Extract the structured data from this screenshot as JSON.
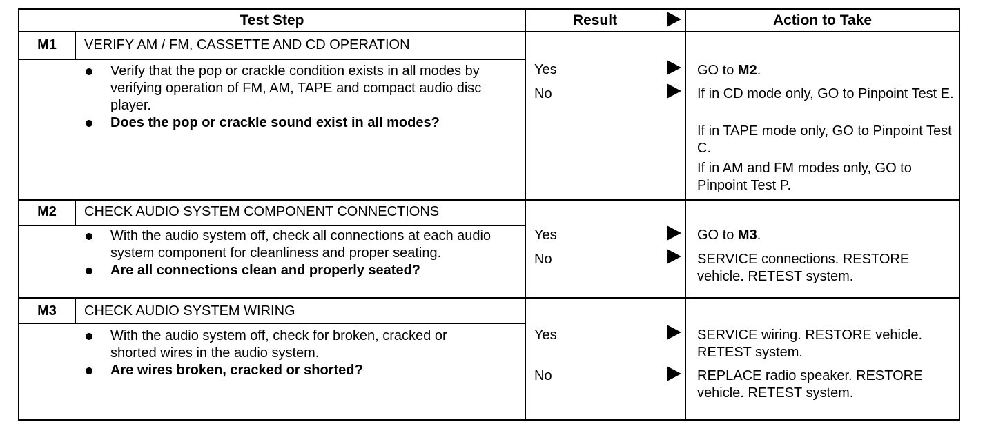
{
  "headers": {
    "test_step": "Test Step",
    "result": "Result",
    "action": "Action to Take"
  },
  "steps": [
    {
      "code": "M1",
      "title": "VERIFY AM / FM, CASSETTE AND CD OPERATION",
      "items": [
        "Verify that the pop or crackle condition exists in all modes by verifying operation of FM, AM, TAPE and compact audio disc player.",
        "Does the pop or crackle sound exist in all modes?"
      ],
      "results": [
        {
          "label": "Yes",
          "action_prefix": "GO to ",
          "action_ref": "M2",
          "action_suffix": "."
        },
        {
          "label": "No",
          "actions": [
            "If in CD mode only, GO to Pinpoint Test E.",
            "If in TAPE mode only, GO to Pinpoint Test C.",
            "If in AM and FM modes only, GO to Pinpoint Test P."
          ]
        }
      ]
    },
    {
      "code": "M2",
      "title": "CHECK AUDIO SYSTEM COMPONENT CONNECTIONS",
      "items": [
        "With the audio system off, check all connections at each audio system component for cleanliness and proper seating.",
        "Are all connections clean and properly seated?"
      ],
      "results": [
        {
          "label": "Yes",
          "action_prefix": "GO to ",
          "action_ref": "M3",
          "action_suffix": "."
        },
        {
          "label": "No",
          "action": "SERVICE connections. RESTORE vehicle. RETEST system."
        }
      ]
    },
    {
      "code": "M3",
      "title": "CHECK AUDIO SYSTEM WIRING",
      "items": [
        "With the audio system off, check for broken, cracked or shorted wires in the audio system.",
        "Are wires broken, cracked or shorted?"
      ],
      "results": [
        {
          "label": "Yes",
          "action": "SERVICE wiring. RESTORE vehicle. RETEST system."
        },
        {
          "label": "No",
          "action": "REPLACE radio speaker. RESTORE vehicle. RETEST system."
        }
      ]
    }
  ]
}
